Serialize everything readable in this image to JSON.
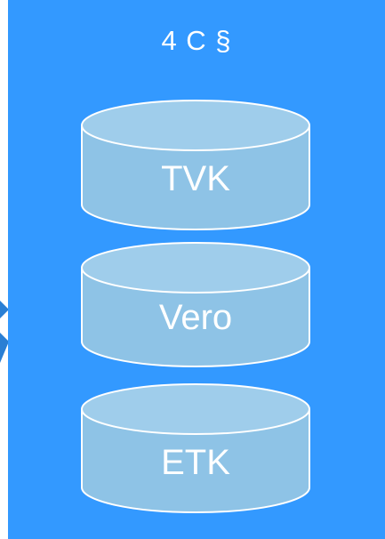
{
  "panel": {
    "title": "4 C §",
    "fill_color": "#3399ff",
    "arrow_color": "#3399ff"
  },
  "databases": [
    {
      "label": "TVK"
    },
    {
      "label": "Vero"
    },
    {
      "label": "ETK"
    }
  ],
  "cylinder_colors": {
    "body": "#8ec3e6",
    "top": "#9fcdeb",
    "stroke": "#ffffff"
  }
}
